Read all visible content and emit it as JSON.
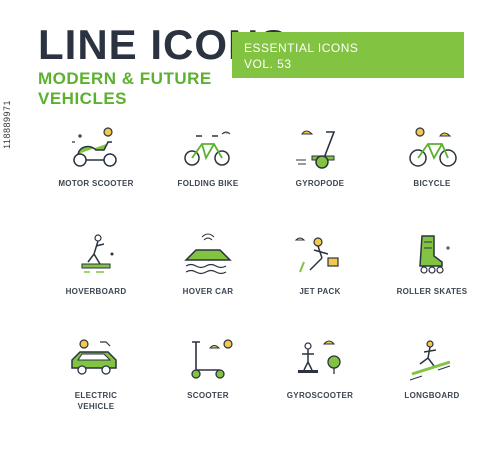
{
  "header": {
    "title": "LINE ICONS",
    "subtitle_line1": "MODERN & FUTURE",
    "subtitle_line2": "VEHICLES",
    "badge_line1": "ESSENTIAL ICONS",
    "badge_line2": "VOL. 53"
  },
  "icons": [
    {
      "label": "MOTOR SCOOTER",
      "icon": "motor-scooter-icon"
    },
    {
      "label": "FOLDING BIKE",
      "icon": "folding-bike-icon"
    },
    {
      "label": "GYROPODE",
      "icon": "gyropode-icon"
    },
    {
      "label": "BICYCLE",
      "icon": "bicycle-icon"
    },
    {
      "label": "HOVERBOARD",
      "icon": "hoverboard-icon"
    },
    {
      "label": "HOVER CAR",
      "icon": "hover-car-icon"
    },
    {
      "label": "JET PACK",
      "icon": "jet-pack-icon"
    },
    {
      "label": "ROLLER SKATES",
      "icon": "roller-skates-icon"
    },
    {
      "label": "ELECTRIC\nVEHICLE",
      "icon": "electric-vehicle-icon"
    },
    {
      "label": "SCOOTER",
      "icon": "scooter-icon"
    },
    {
      "label": "GYROSCOOTER",
      "icon": "gyroscooter-icon"
    },
    {
      "label": "LONGBOARD",
      "icon": "longboard-icon"
    }
  ],
  "stock_id": "118889971",
  "colors": {
    "accent": "#82c342",
    "dark": "#2b3340",
    "yellow": "#f2c94c",
    "green": "#5cb12f"
  }
}
